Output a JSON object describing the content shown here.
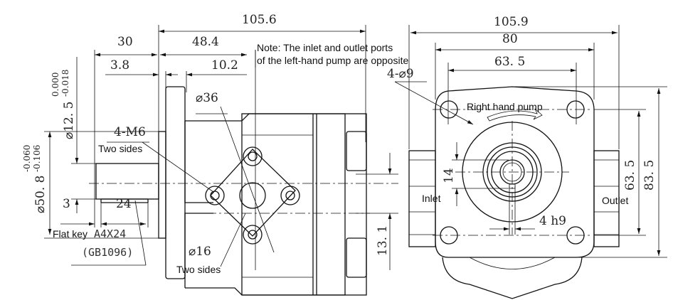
{
  "side_view": {
    "overall_length": "105.6",
    "shaft_length": "30",
    "flange_to_port": "48.4",
    "step_3_8": "3.8",
    "step_10_2": "10.2",
    "pilot_diameter": "⌀12. 5",
    "pilot_tol_upper": "0.000",
    "pilot_tol_lower": "-0.018",
    "shaft_diameter": "⌀50. 8",
    "shaft_tol_upper": "-0.060",
    "shaft_tol_lower": "-0.106",
    "dim_3": "3",
    "dim_24": "24",
    "flat_key_label": "Flat key",
    "flat_key_spec": "A4X24",
    "flat_key_std": "(GB1096)",
    "thread_label": "4-M6",
    "two_sides_1": "Two sides",
    "port_dia_36": "⌀36",
    "port_dia_16": "⌀16",
    "two_sides_2": "Two sides",
    "dim_13_1": "13. 1",
    "note_line1": "Note: The inlet and outlet ports",
    "note_line2": "of the left-hand pump are opposite"
  },
  "front_view": {
    "overall_width": "105.9",
    "flange_width": "80",
    "bolt_spacing_h": "63. 5",
    "bolt_holes": "4-⌀9",
    "rotation_label": "Right hand pump",
    "key_height": "14",
    "key_width": "4  h9",
    "inlet_label": "Inlet",
    "outlet_label": "Outlet",
    "bolt_spacing_v": "63. 5",
    "overall_height": "83. 5"
  }
}
